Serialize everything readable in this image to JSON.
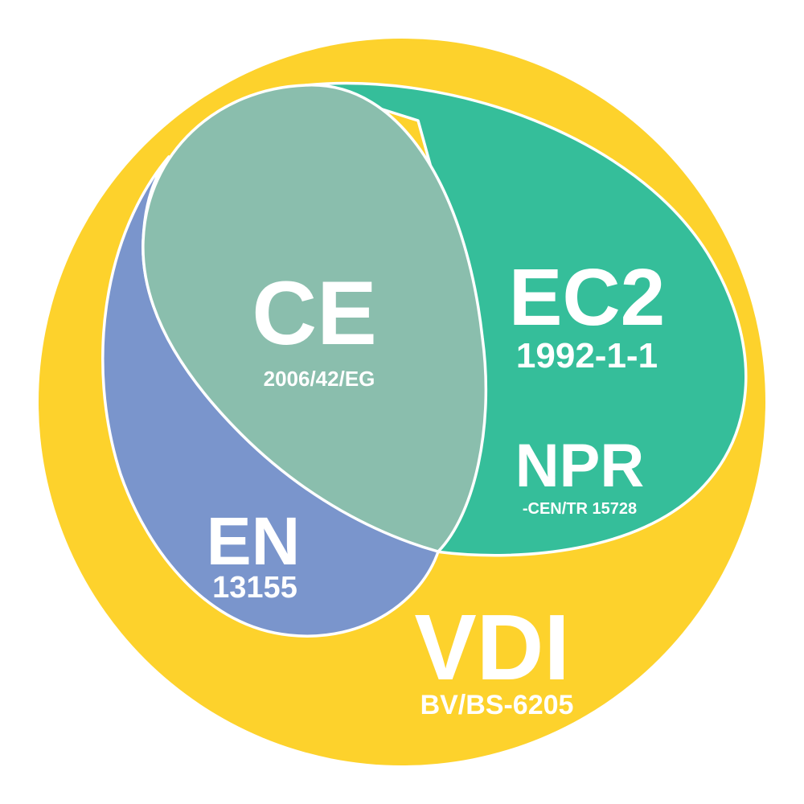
{
  "colors": {
    "vdi": "#FDD22C",
    "ec2": "#35BE9A",
    "en": "#7A95CC",
    "ce": "#8ABEAD",
    "outline": "#FFFFFF",
    "text": "#FFFFFF"
  },
  "regions": {
    "vdi": {
      "title": "VDI",
      "subtitle": "BV/BS-6205"
    },
    "en": {
      "title": "EN",
      "subtitle": "13155"
    },
    "ce": {
      "title": "CE",
      "subtitle": "2006/42/EG"
    },
    "ec2": {
      "title": "EC2",
      "subtitle": "1992-1-1"
    },
    "npr": {
      "title": "NPR",
      "subtitle": "-CEN/TR 15728"
    }
  }
}
